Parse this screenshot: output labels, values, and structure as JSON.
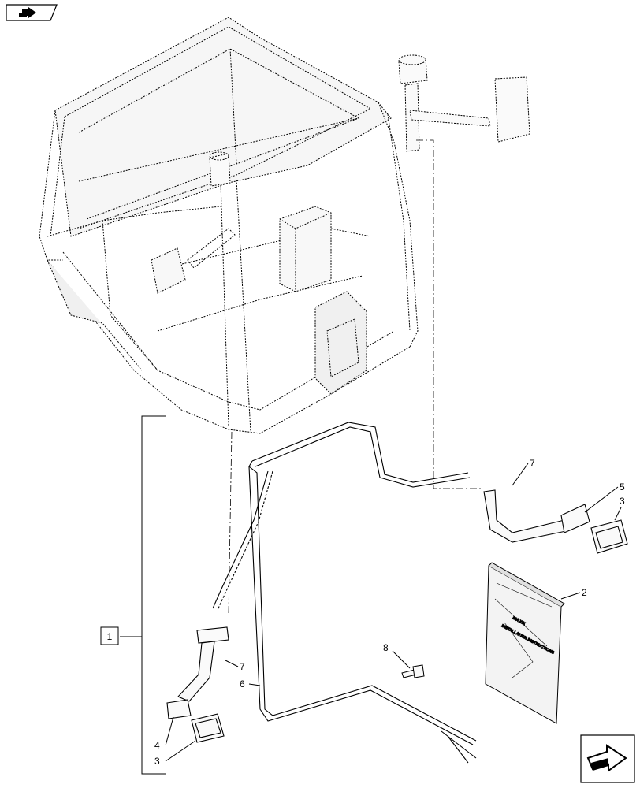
{
  "callouts": {
    "c1": "1",
    "c2": "2",
    "c3a": "3",
    "c3b": "3",
    "c4": "4",
    "c5": "5",
    "c6": "6",
    "c7a": "7",
    "c7b": "7",
    "c8": "8"
  },
  "manual_cover": {
    "line1": "SIA XIX",
    "line2": "INSTALLATION INSTRUCTIONS"
  },
  "icons": {
    "top_left": "prev-page-icon",
    "bottom_right": "next-page-icon"
  },
  "colors": {
    "line": "#000000",
    "background": "#ffffff",
    "frame_fill": "#f2f2f2"
  }
}
